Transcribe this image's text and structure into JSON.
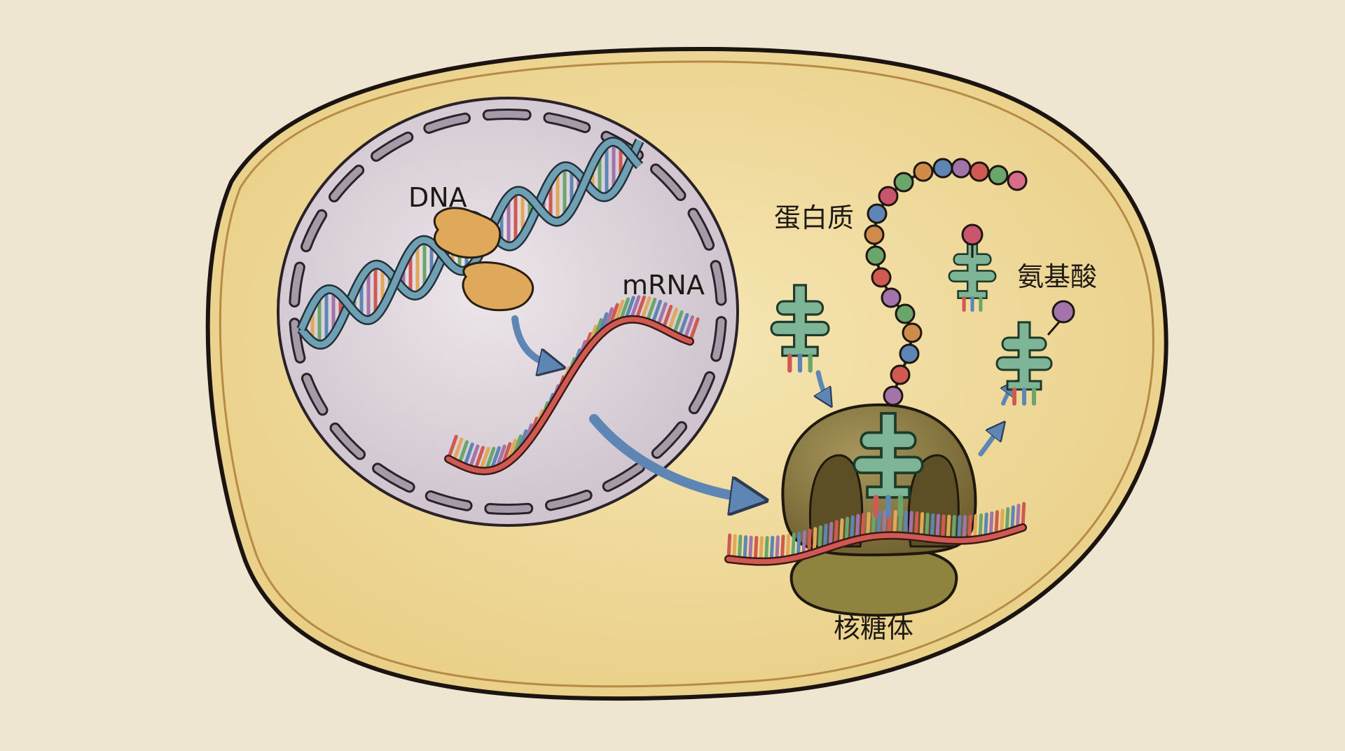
{
  "labels": {
    "dna": "DNA",
    "mrna": "mRNA",
    "protein": "蛋白质",
    "amino_acid": "氨基酸",
    "ribosome": "核糖体"
  },
  "colors": {
    "paper": "#efe6d2",
    "cytoplasm": "#f1dba0",
    "cell_membrane": "#c9a25c",
    "nucleus": "#d8cfd8",
    "nuclear_envelope_pores": "#a59aa8",
    "dna_strand": "#6f9fb3",
    "mrna_strand": "#d05a52",
    "rna_polymerase": "#e0a85a",
    "ribosome": "#8c7a45",
    "trna": "#7eb596",
    "arrow": "#5e86b5"
  },
  "protein_chain_beads": [
    "#a274a9",
    "#d05a52",
    "#5e86b5",
    "#d08b4a",
    "#6aa56a",
    "#a274a9",
    "#d05a52",
    "#6aa56a",
    "#d08b4a",
    "#5e86b5",
    "#c9556d",
    "#6aa56a",
    "#d08b4a",
    "#5e86b5",
    "#a274a9",
    "#d05a52",
    "#6aa56a",
    "#d86c8a"
  ],
  "free_amino_acids": [
    "#c9556d",
    "#a274a9"
  ]
}
